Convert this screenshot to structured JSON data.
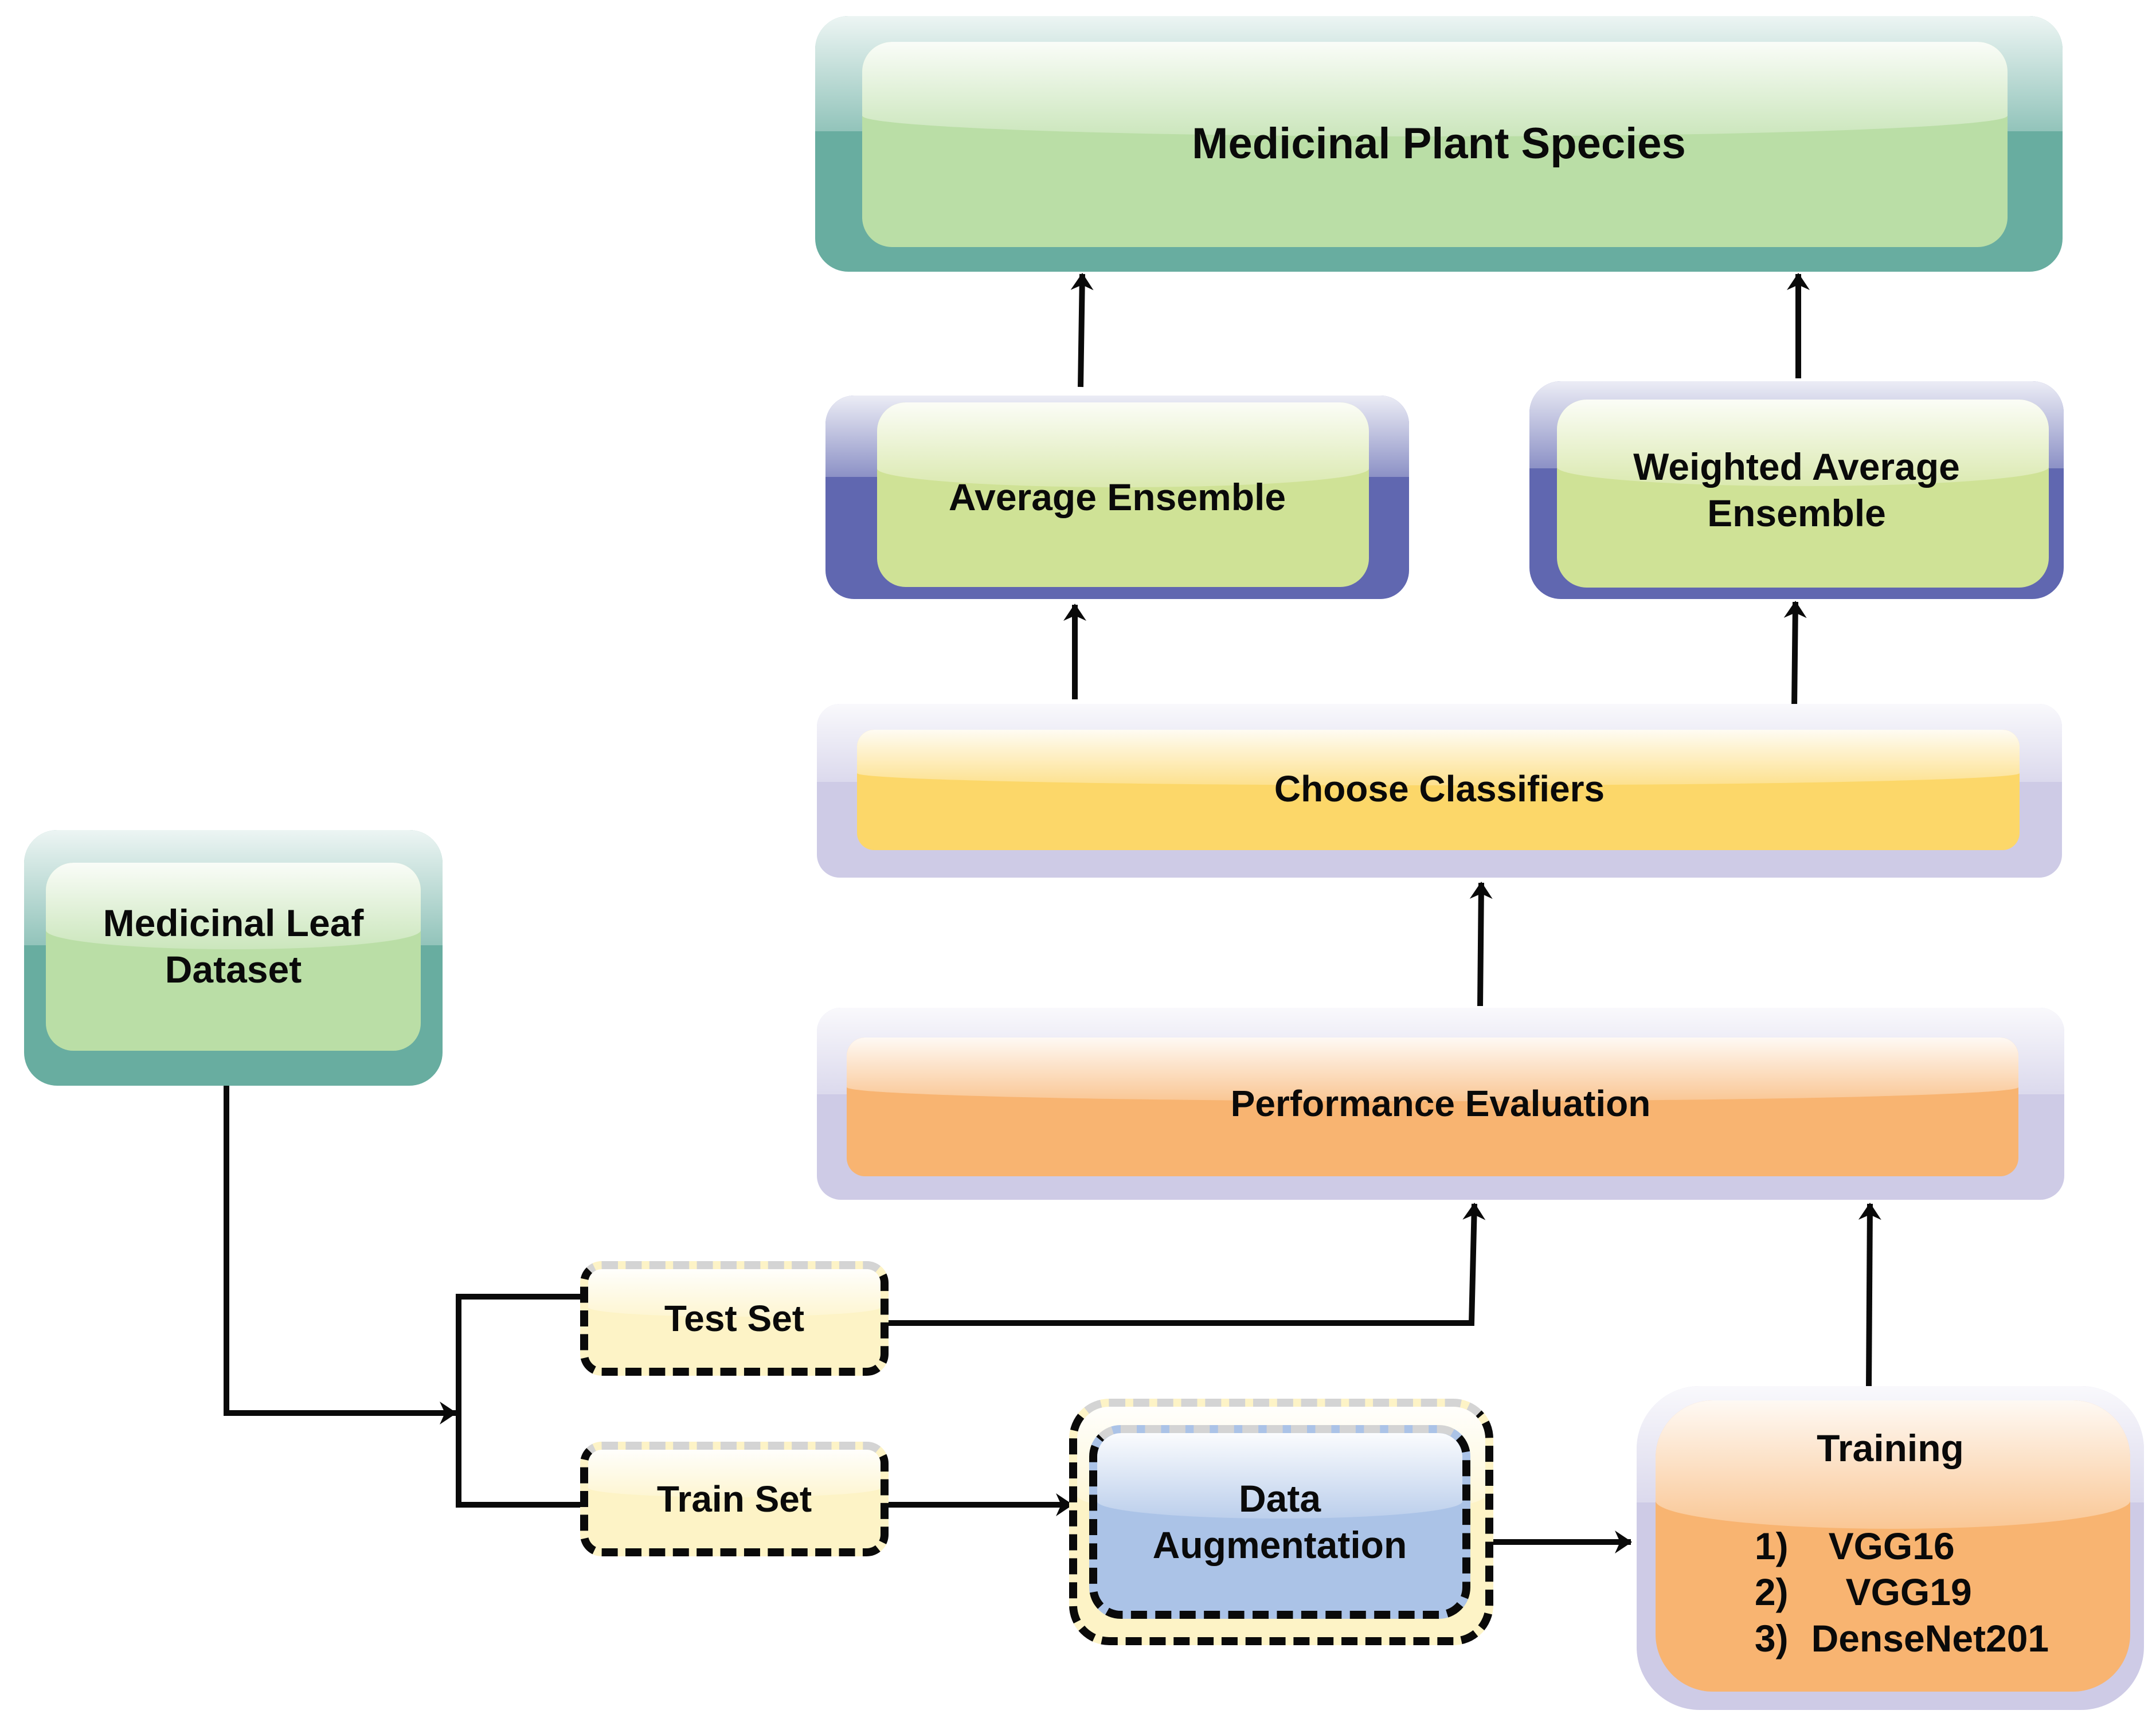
{
  "diagram": {
    "nodes": {
      "species": {
        "label": "Medicinal Plant Species"
      },
      "avg_ensemble": {
        "label": "Average Ensemble"
      },
      "weighted_ensemble": {
        "label_line1": "Weighted Average",
        "label_line2": "Ensemble"
      },
      "choose": {
        "label": "Choose Classifiers"
      },
      "perf": {
        "label": "Performance Evaluation"
      },
      "dataset": {
        "label_line1": "Medicinal Leaf",
        "label_line2": "Dataset"
      },
      "test_set": {
        "label": "Test Set"
      },
      "train_set": {
        "label": "Train Set"
      },
      "augment": {
        "label_line1": "Data",
        "label_line2": "Augmentation"
      },
      "training": {
        "title": "Training",
        "models": [
          {
            "num": "1)",
            "name": "VGG16"
          },
          {
            "num": "2)",
            "name": "VGG19"
          },
          {
            "num": "3)",
            "name": "DenseNet201"
          }
        ]
      }
    },
    "edges": [
      {
        "from": "dataset",
        "to": "split"
      },
      {
        "from": "split",
        "to": "test_set"
      },
      {
        "from": "split",
        "to": "train_set"
      },
      {
        "from": "test_set",
        "to": "perf"
      },
      {
        "from": "train_set",
        "to": "augment"
      },
      {
        "from": "augment",
        "to": "training"
      },
      {
        "from": "training",
        "to": "perf"
      },
      {
        "from": "perf",
        "to": "choose"
      },
      {
        "from": "choose",
        "to": "avg_ensemble"
      },
      {
        "from": "choose",
        "to": "weighted_ensemble"
      },
      {
        "from": "avg_ensemble",
        "to": "species"
      },
      {
        "from": "weighted_ensemble",
        "to": "species"
      }
    ],
    "colors": {
      "teal": "#68ada0",
      "green_fill": "#badea6",
      "indigo": "#6067b0",
      "lime_fill": "#cfe296",
      "lavender": "#cecbe6",
      "yellow_fill": "#fcd769",
      "orange_fill": "#f8b471",
      "pale_yellow": "#fdf3c6",
      "blue_fill": "#abc3e7",
      "line": "#0a0a0a"
    }
  }
}
